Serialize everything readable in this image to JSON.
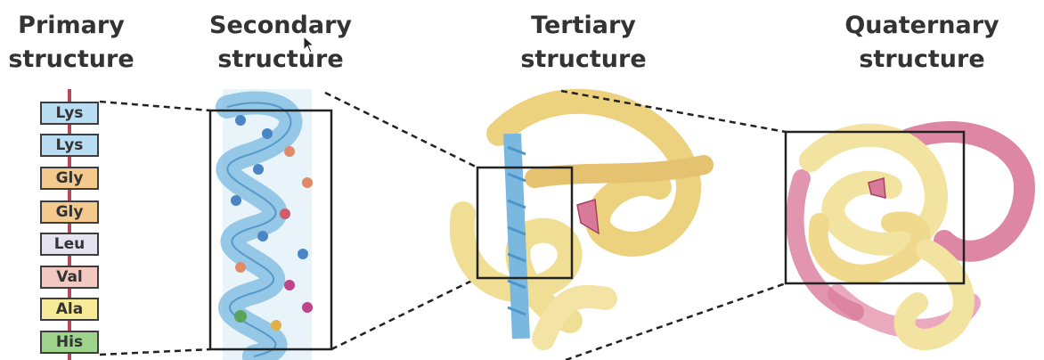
{
  "headings": {
    "primary": [
      "Primary",
      "structure"
    ],
    "secondary": [
      "Secondary",
      "structure"
    ],
    "tertiary": [
      "Tertiary",
      "structure"
    ],
    "quaternary": [
      "Quaternary",
      "structure"
    ]
  },
  "residues": [
    {
      "label": "Lys",
      "color": "#b9ddf2"
    },
    {
      "label": "Lys",
      "color": "#b9ddf2"
    },
    {
      "label": "Gly",
      "color": "#f4c98e"
    },
    {
      "label": "Gly",
      "color": "#f4c98e"
    },
    {
      "label": "Leu",
      "color": "#e6e3f1"
    },
    {
      "label": "Val",
      "color": "#f3c8c0"
    },
    {
      "label": "Ala",
      "color": "#f7ea98"
    },
    {
      "label": "His",
      "color": "#9ed48b"
    }
  ],
  "colors": {
    "backbone": "#b5485a",
    "helix": "#7ab8e0",
    "ribbon": "#f1d98a",
    "subunit_pink": "#d97a9b"
  }
}
